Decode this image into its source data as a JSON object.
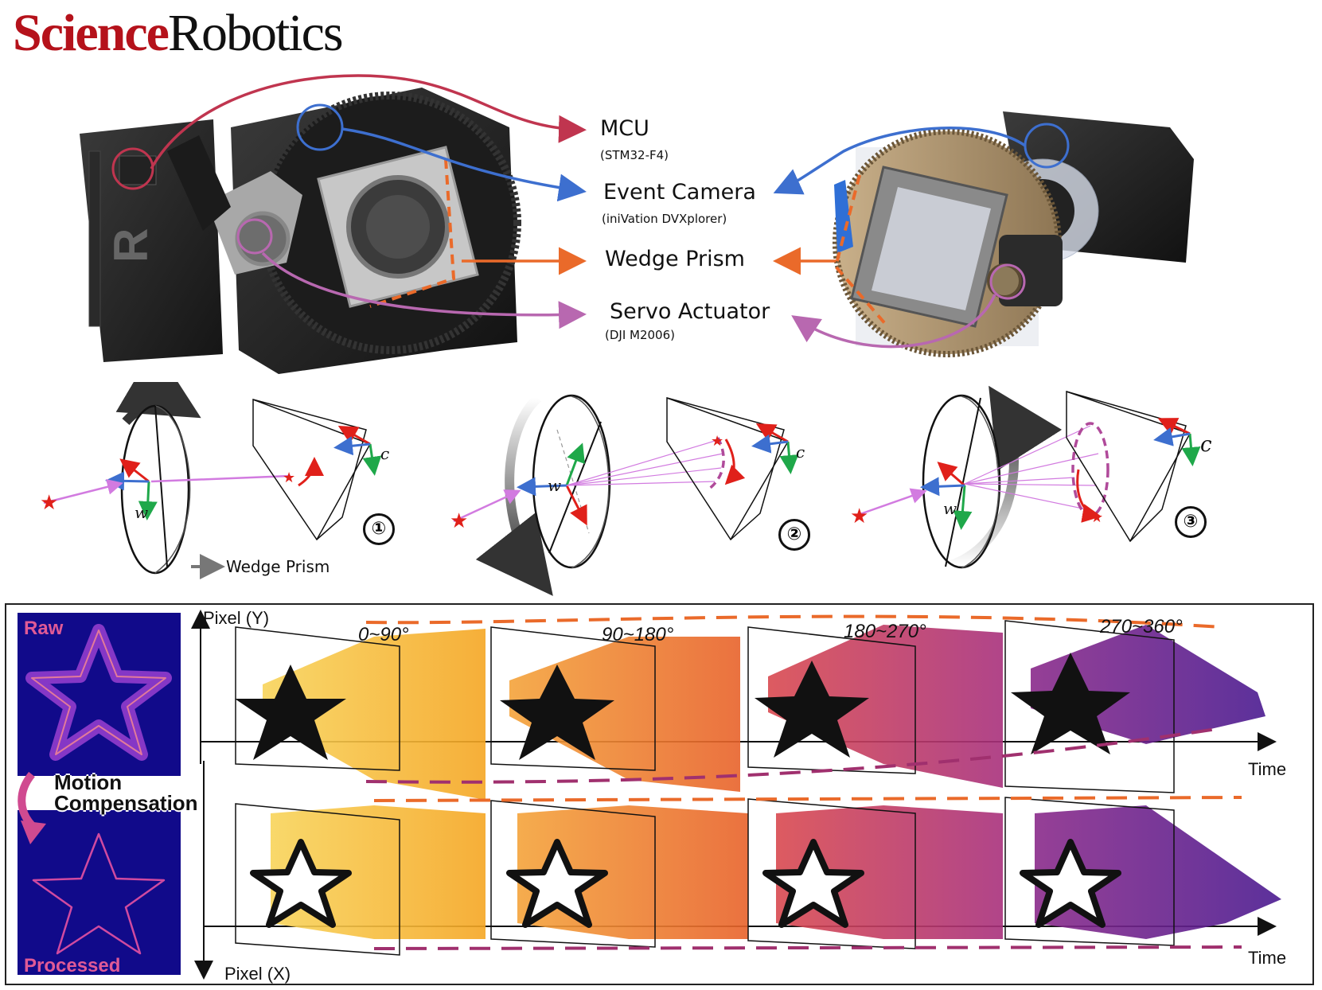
{
  "brand": {
    "part1": "Science",
    "part2": "Robotics"
  },
  "components": [
    {
      "name": "MCU",
      "detail": "(STM32-F4)",
      "color": "#c0354f"
    },
    {
      "name": "Event Camera",
      "detail": "(iniVation DVXplorer)",
      "color": "#3d6fcf"
    },
    {
      "name": "Wedge Prism",
      "detail": "",
      "color": "#ea6a2a"
    },
    {
      "name": "Servo Actuator",
      "detail": "(DJI M2006)",
      "color": "#b868b0"
    }
  ],
  "stages": {
    "step_labels": [
      "①",
      "②",
      "③"
    ],
    "wedge_prism_label": "Wedge Prism",
    "w_symbol": "w",
    "c_symbol": "c"
  },
  "comp_panel": {
    "raw_label": "Raw",
    "processed_label": "Processed",
    "motion_label_1": "Motion",
    "motion_label_2": "Compensation",
    "pixel_y": "Pixel (Y)",
    "pixel_x": "Pixel (X)",
    "time_label": "Time",
    "angles": [
      "0~90°",
      "90~180°",
      "180~270°",
      "270~360°"
    ],
    "segment_colors": [
      "#f7b733",
      "#ee7a2c",
      "#b8377a",
      "#5b2390"
    ]
  }
}
